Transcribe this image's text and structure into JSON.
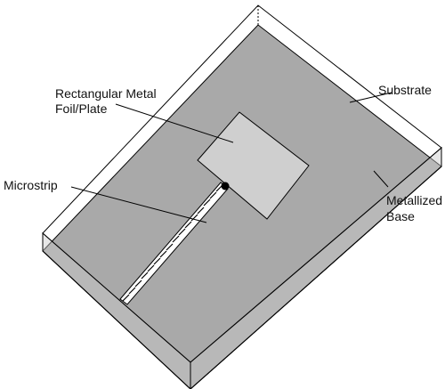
{
  "labels": {
    "plate_line1": "Rectangular Metal",
    "plate_line2": "Foil/Plate",
    "substrate": "Substrate",
    "microstrip": "Microstrip",
    "base_line1": "Metallized",
    "base_line2": "Base"
  },
  "colors": {
    "substrate_top": "#a9a9a9",
    "substrate_front": "#9c9c9c",
    "plate": "#cfcfcf",
    "outline": "#000000",
    "background": "#ffffff"
  }
}
